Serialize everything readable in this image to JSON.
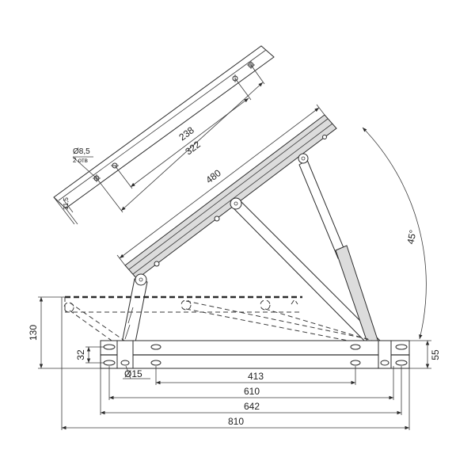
{
  "dimensions": {
    "d_413": "413",
    "d_610": "610",
    "d_642": "642",
    "d_810": "810",
    "d_130": "130",
    "d_32": "32",
    "d_55": "55",
    "d_480": "480",
    "d_238": "238",
    "d_322": "322",
    "d_31_5": "31,5",
    "angle_45": "45°",
    "hole_dia": "Ø15",
    "mount_hole_dia": "Ø8,5",
    "mount_hole_count": "2 отв"
  }
}
